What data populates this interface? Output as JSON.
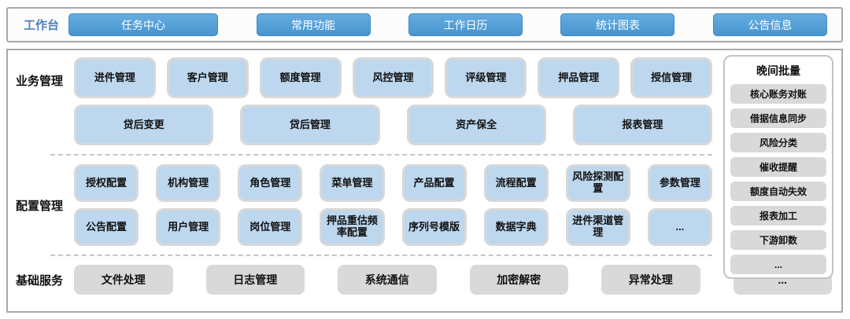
{
  "workbench": {
    "label": "工作台",
    "buttons": [
      "任务中心",
      "常用功能",
      "工作日历",
      "统计图表",
      "公告信息"
    ]
  },
  "sections": {
    "business": {
      "label": "业务管理",
      "row1": [
        "进件管理",
        "客户管理",
        "额度管理",
        "风控管理",
        "评级管理",
        "押品管理",
        "授信管理"
      ],
      "row2": [
        "贷后变更",
        "贷后管理",
        "资产保全",
        "报表管理"
      ]
    },
    "config": {
      "label": "配置管理",
      "row1": [
        "授权配置",
        "机构管理",
        "角色管理",
        "菜单管理",
        "产品配置",
        "流程配置",
        "风险探测配置",
        "参数管理"
      ],
      "row2": [
        "公告配置",
        "用户管理",
        "岗位管理",
        "押品重估频率配置",
        "序列号模版",
        "数据字典",
        "进件渠道管理",
        "..."
      ]
    },
    "base": {
      "label": "基础服务",
      "items": [
        "文件处理",
        "日志管理",
        "系统通信",
        "加密解密",
        "异常处理",
        "..."
      ]
    }
  },
  "night_batch": {
    "title": "晚间批量",
    "items": [
      "核心账务对账",
      "借据信息同步",
      "风险分类",
      "催收提醒",
      "额度自动失效",
      "报表加工",
      "下游卸数",
      "..."
    ]
  },
  "colors": {
    "accent_blue": "#4a9ad5",
    "light_blue_tile": "#bdd7ee",
    "gray_tile": "#d9d9d9",
    "label_blue": "#4f81bd",
    "border_gray": "#a9a9a9"
  }
}
